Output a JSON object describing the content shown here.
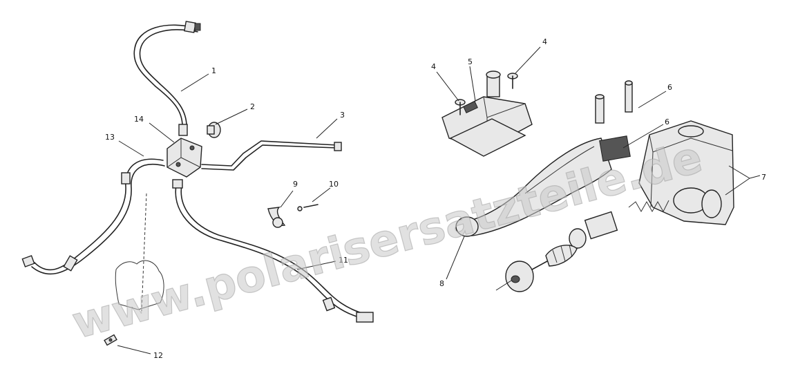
{
  "watermark": "www.polarisersatzteile.de",
  "callouts": {
    "c1": "1",
    "c2": "2",
    "c3": "3",
    "c4a": "4",
    "c4b": "4",
    "c5": "5",
    "c6a": "6",
    "c6b": "6",
    "c7": "7",
    "c9": "9",
    "c10": "10",
    "c11": "11",
    "c12": "12",
    "c13": "13",
    "c14": "14"
  }
}
